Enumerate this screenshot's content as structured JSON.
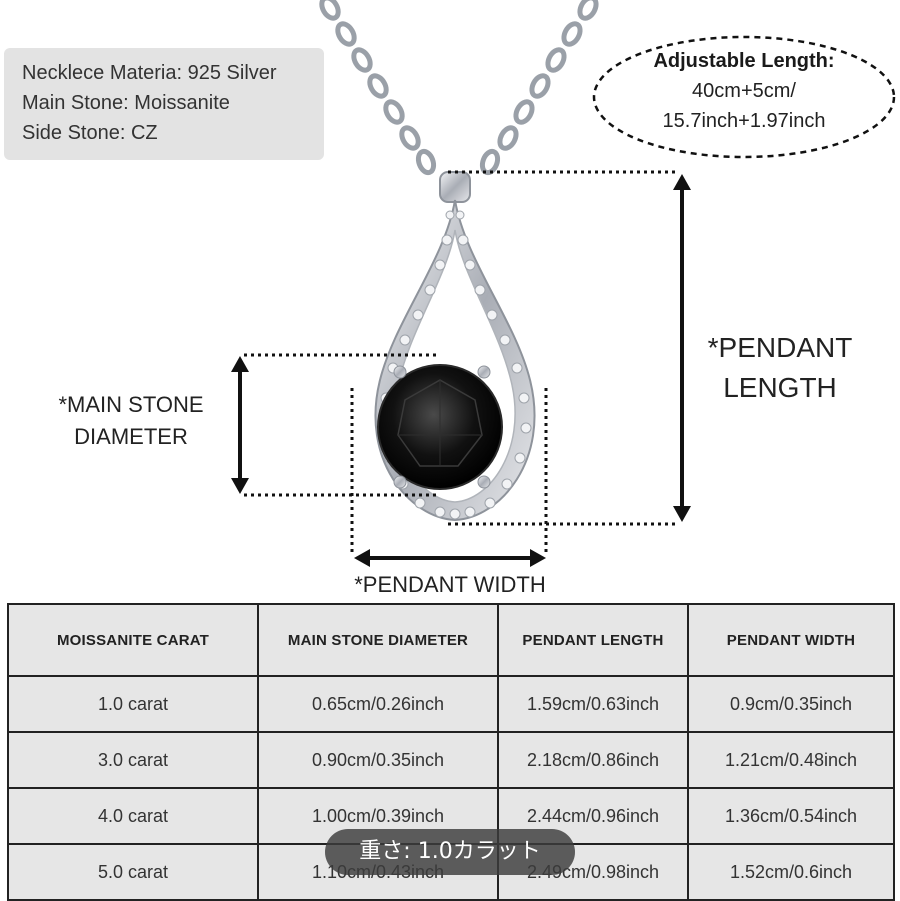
{
  "specs": {
    "line1": "Necklece Materia: 925 Silver",
    "line2": "Main Stone: Moissanite",
    "line3": "Side Stone: CZ"
  },
  "adjustable": {
    "title": "Adjustable Length:",
    "line1": "40cm+5cm/",
    "line2": "15.7inch+1.97inch"
  },
  "dimensions": {
    "main_stone_1": "*MAIN STONE",
    "main_stone_2": "DIAMETER",
    "pendant_length_1": "*PENDANT",
    "pendant_length_2": "LENGTH",
    "pendant_width": "*PENDANT WIDTH"
  },
  "table": {
    "headers": [
      "MOISSANITE CARAT",
      "MAIN STONE DIAMETER",
      "PENDANT LENGTH",
      "PENDANT WIDTH"
    ],
    "rows": [
      [
        "1.0 carat",
        "0.65cm/0.26inch",
        "1.59cm/0.63inch",
        "0.9cm/0.35inch"
      ],
      [
        "3.0 carat",
        "0.90cm/0.35inch",
        "2.18cm/0.86inch",
        "1.21cm/0.48inch"
      ],
      [
        "4.0 carat",
        "1.00cm/0.39inch",
        "2.44cm/0.96inch",
        "1.36cm/0.54inch"
      ],
      [
        "5.0 carat",
        "1.10cm/0.43inch",
        "2.49cm/0.98inch",
        "1.52cm/0.6inch"
      ]
    ]
  },
  "overlay": {
    "weight_label": "重さ: 1.0カラット"
  },
  "colors": {
    "silver": "#c9ccd2",
    "stone": "#151515",
    "table_bg": "#e6e6e6"
  }
}
